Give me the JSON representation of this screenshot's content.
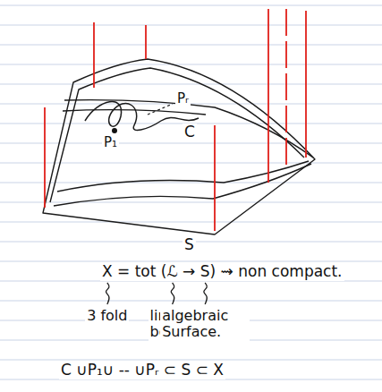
{
  "diagram": {
    "labels": [
      "Pᵣ",
      "P₁",
      "C",
      "S",
      "X = tot (ℒ → S) ⇝ non compact.",
      "3 fold",
      "line bdle.",
      "algebraic Surface.",
      "C ∪P₁∪ -- ∪Pᵣ ⊂ S ⊂ X"
    ]
  }
}
